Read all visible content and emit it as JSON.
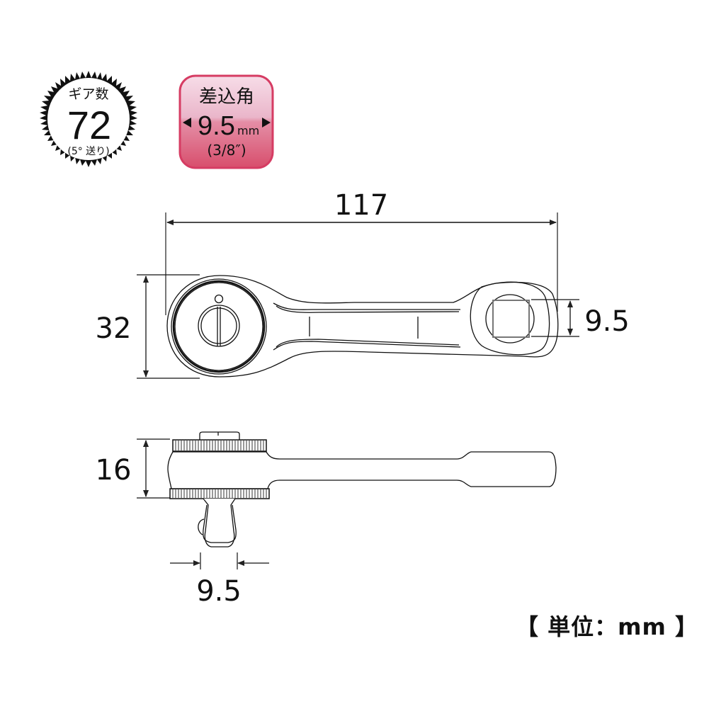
{
  "gear_badge": {
    "title": "ギア数",
    "value": "72",
    "note": "(5° 送り)"
  },
  "drive_badge": {
    "title": "差込角",
    "value": "9.5",
    "unit": "mm",
    "imperial": "(3/8″)",
    "colors": {
      "top": "#f2c9d8",
      "bottom": "#d9516e",
      "border": "#d63c63"
    }
  },
  "dimensions": {
    "overall_length": "117",
    "head_width": "32",
    "square_drive_top": "9.5",
    "thickness": "16",
    "square_drive_side": "9.5"
  },
  "unit_label": "【 単位：mm 】"
}
